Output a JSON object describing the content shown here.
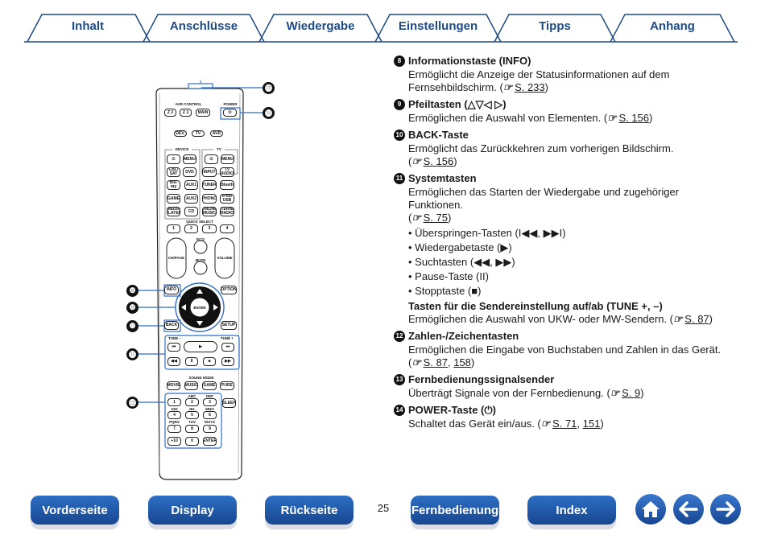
{
  "tabs": [
    "Inhalt",
    "Anschlüsse",
    "Wiedergabe",
    "Einstellungen",
    "Tipps",
    "Anhang"
  ],
  "remote": {
    "callouts": [
      "⓭",
      "⓮",
      "❽",
      "❾",
      "❿",
      "⓫",
      "⓬"
    ],
    "labels": {
      "avr_control": "AVR CONTROL",
      "power": "POWER",
      "z2": "Z 2",
      "z3": "Z 3",
      "main": "MAIN",
      "dev": "DEV.",
      "tv": "TV",
      "avr": "AVR",
      "device": "DEVICE",
      "tv_group": "TV",
      "menu": "MENU",
      "cbl_sat": "CBL/ SAT",
      "dvd": "DVD",
      "input": "INPUT",
      "tv_audio": "TV AUDIO",
      "bluray": "Blu-ray",
      "aux1": "AUX1",
      "tuner": "TUNER",
      "bluetooth": "Blueth",
      "game": "GAME",
      "aux2": "AUX2",
      "phono": "PHONO",
      "ipod_usb": "iPod/ USB",
      "media_player": "MEDIA PLAYER",
      "cd": "CD",
      "online_music": "ONLINE MUSIC",
      "internet_radio": "INTERNET RADIO",
      "quick_select": "QUICK SELECT",
      "q1": "1",
      "q2": "2",
      "q3": "3",
      "q4": "4",
      "eco": "ECO",
      "ch_page": "CH/PAGE",
      "mute": "MUTE",
      "volume": "VOLUME",
      "info": "INFO",
      "option": "OPTION",
      "enter": "ENTER",
      "back": "BACK",
      "setup": "SETUP",
      "tune_minus": "TUNE –",
      "tune_plus": "TUNE +",
      "sound_mode": "SOUND MODE",
      "movie": "MOVIE",
      "music": "MUSIC",
      "game_sm": "GAME",
      "pure": "PURE",
      "sleep": "SLEEP",
      "k1": "1",
      "k2": "2",
      "k3": "3",
      "k4": "4",
      "k5": "5",
      "k6": "6",
      "k7": "7",
      "k8": "8",
      "k9": "9",
      "k10": "+10",
      "k0": "0",
      "enter2": "ENTER",
      "abc": "ABC",
      "def": "DEF",
      "ghi": "GHI",
      "jkl": "JKL",
      "mno": "MNO",
      "pqrs": "PQRS",
      "tuv": "TUV",
      "wxyz": "WXYZ"
    }
  },
  "items": {
    "i8": {
      "num": "8",
      "title": "Informationstaste (INFO)",
      "text": "Ermöglicht die Anzeige der Statusinformationen auf dem Fernsehbildschirm.",
      "ref_icon": "☞",
      "ref": "S. 233"
    },
    "i9": {
      "num": "9",
      "title": "Pfeiltasten (△▽◁ ▷)",
      "text": "Ermöglichen die Auswahl von Elementen.",
      "ref_icon": "☞",
      "ref": "S. 156"
    },
    "i10": {
      "num": "10",
      "title": "BACK-Taste",
      "text": "Ermöglicht das Zurückkehren zum vorherigen Bildschirm.",
      "ref_icon": "☞",
      "ref": "S. 156"
    },
    "i11": {
      "num": "11",
      "title": "Systemtasten",
      "text": "Ermöglichen das Starten der Wiedergabe und zugehöriger Funktionen.",
      "ref_icon": "☞",
      "ref": "S. 75",
      "bullets": [
        "• Überspringen-Tasten (I◀◀, ▶▶I)",
        "• Wiedergabetaste (▶)",
        "• Suchtasten (◀◀, ▶▶)",
        "• Pause-Taste (II)",
        "• Stopptaste (■)"
      ],
      "sub_title": "Tasten für die Sendereinstellung auf/ab (TUNE +, –)",
      "sub_text": "Ermöglichen die Auswahl von UKW- oder MW-Sendern.",
      "sub_ref": "S. 87"
    },
    "i12": {
      "num": "12",
      "title": "Zahlen-/Zeichentasten",
      "text": "Ermöglichen die Eingabe von Buchstaben und Zahlen in das Gerät.",
      "ref_icon": "☞",
      "ref": "S. 87",
      "ref2": "158"
    },
    "i13": {
      "num": "13",
      "title": "Fernbedienungssignalsender",
      "text": "Überträgt Signale von der Fernbedienung.",
      "ref_icon": "☞",
      "ref": "S. 9"
    },
    "i14": {
      "num": "14",
      "title": "POWER-Taste (⏻)",
      "text": "Schaltet das Gerät ein/aus.",
      "ref_icon": "☞",
      "ref": "S. 71",
      "ref2": "151"
    }
  },
  "bottom": {
    "front": "Vorderseite",
    "display": "Display",
    "rear": "Rückseite",
    "page": "25",
    "remote": "Fernbedienung",
    "index": "Index"
  },
  "colors": {
    "brand": "#1f4a86",
    "button": "#1d55a6",
    "highlight": "#2f6dc7"
  }
}
